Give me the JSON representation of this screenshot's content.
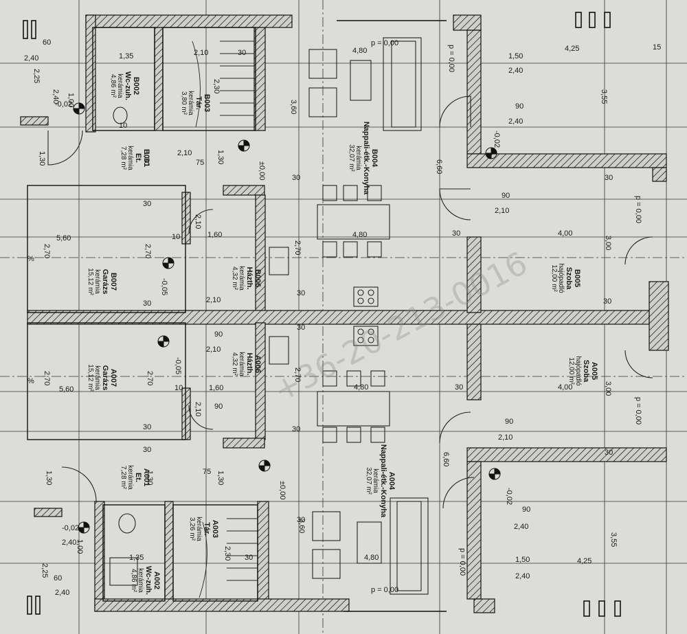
{
  "plan": {
    "watermark": "+36-20-213-0016",
    "rooms": [
      {
        "id": "B004",
        "code": "B004",
        "name": "Nappali-étk.-Konyha",
        "floor": "kerámia",
        "area": "32,07 m²"
      },
      {
        "id": "A004",
        "code": "A004",
        "name": "Nappali-étk.-Konyha",
        "floor": "kerámia",
        "area": "32,07 m²"
      },
      {
        "id": "B005",
        "code": "B005",
        "name": "Szoba",
        "floor": "hajópadló",
        "area": "12,00 m²"
      },
      {
        "id": "A005",
        "code": "A005",
        "name": "Szoba",
        "floor": "hajópadló",
        "area": "12,00 m²"
      },
      {
        "id": "B007",
        "code": "B007",
        "name": "Garázs",
        "floor": "kerámia",
        "area": "15,12 m²"
      },
      {
        "id": "A007",
        "code": "A007",
        "name": "Garázs",
        "floor": "kerámia",
        "area": "15,12 m²"
      },
      {
        "id": "B006",
        "code": "B006",
        "name": "Házth.",
        "floor": "kerámia",
        "area": "4,32 m²"
      },
      {
        "id": "A006",
        "code": "A006",
        "name": "Házth.",
        "floor": "kerámia",
        "area": "4,32 m²"
      },
      {
        "id": "B001",
        "code": "B001",
        "name": "Et.",
        "floor": "kerámia",
        "area": "7,28 m²"
      },
      {
        "id": "A001",
        "code": "A001",
        "name": "Et.",
        "floor": "kerámia",
        "area": "7,28 m²"
      },
      {
        "id": "B002",
        "code": "B002",
        "name": "Wc-zuh.",
        "floor": "kerámia",
        "area": "4,86 m²"
      },
      {
        "id": "A002",
        "code": "A002",
        "name": "Wc-zuh.",
        "floor": "kerámia",
        "area": "4,86 m²"
      },
      {
        "id": "B003",
        "code": "B003",
        "name": "Tár.",
        "floor": "kerámia",
        "area": "3,80 m²"
      },
      {
        "id": "A003",
        "code": "A003",
        "name": "Tár.",
        "floor": "kerámia",
        "area": "3,26 m²"
      }
    ],
    "dims": {
      "d60": "60",
      "d240": "2,40",
      "d135": "1,35",
      "d210": "2,10",
      "d30": "30",
      "d480": "4,80",
      "p000": "p = 0,00",
      "p000b": "p = 0,00",
      "d150": "1,50",
      "d425": "4,25",
      "d355": "3,55",
      "d90": "90",
      "d002": "-0,02",
      "d130": "1,30",
      "d75": "75",
      "pm000": "±0,00",
      "d360": "3,60",
      "d660": "6,60",
      "d400": "4,00",
      "d300": "3,00",
      "d560": "5,60",
      "d270": "2,70",
      "d160": "1,60",
      "d10": "10",
      "d005": "-0,05",
      "d225": "2,25",
      "d100": "1,00",
      "d230": "2,30",
      "pct": "%",
      "d15": "15"
    }
  }
}
